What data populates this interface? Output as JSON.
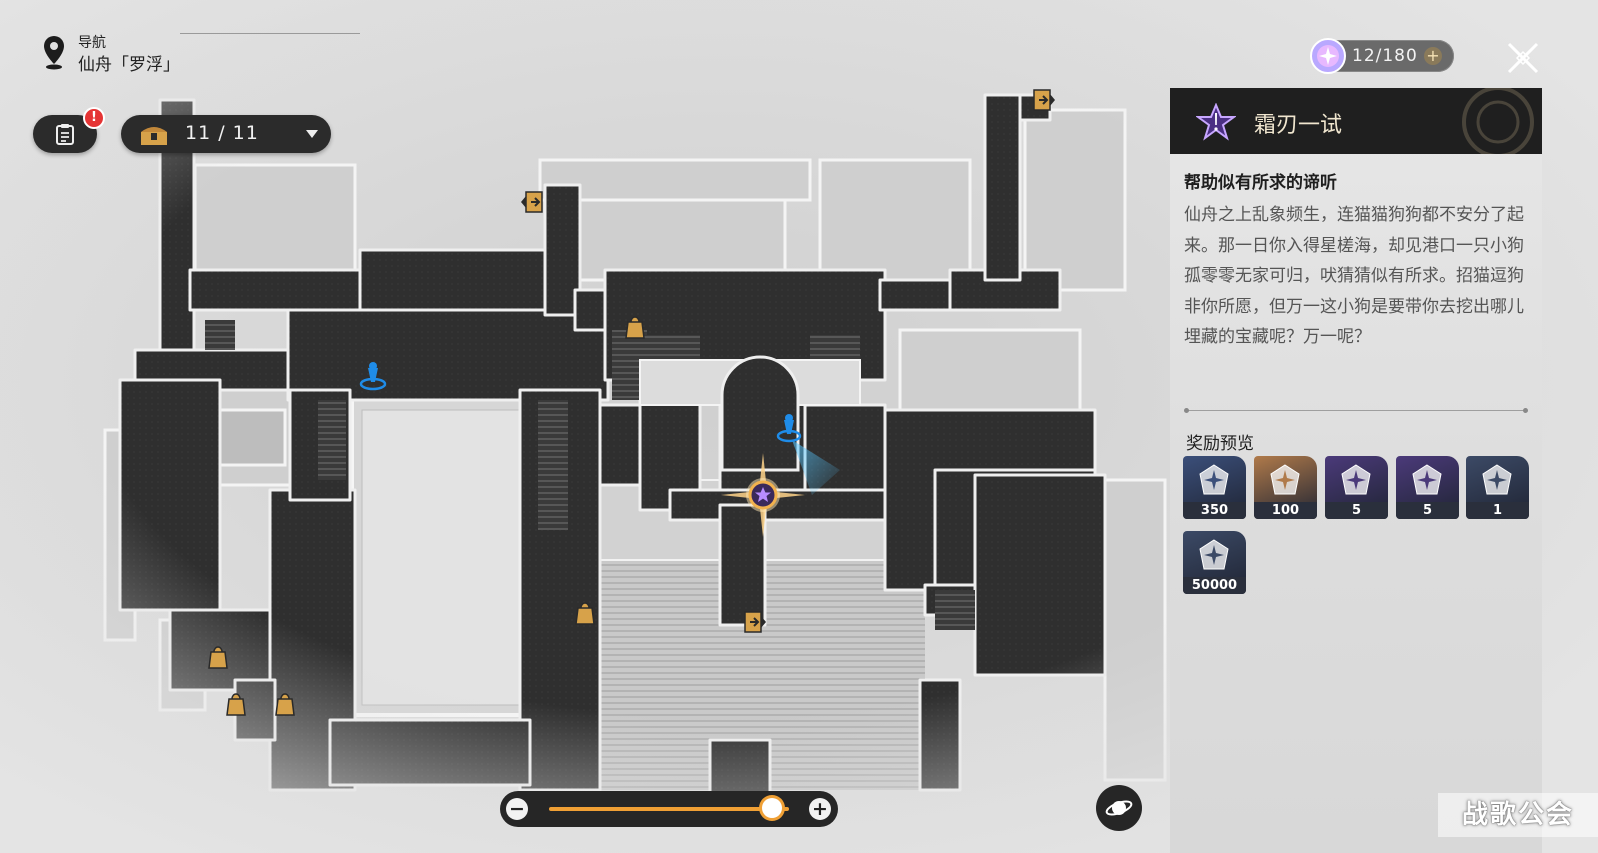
{
  "navigation": {
    "title": "导航",
    "region": "仙舟「罗浮」"
  },
  "mission_log": {
    "badge": "!"
  },
  "chest_counter": {
    "text": "11 / 11"
  },
  "trailblaze_power": {
    "text": "12/180",
    "plus": "+"
  },
  "quest": {
    "title": "霜刃一试",
    "subtitle": "帮助似有所求的谛听",
    "description": "仙舟之上乱象频生，连猫猫狗狗都不安分了起来。那一日你入得星槎海，却见港口一只小狗孤零零无家可归，吠猜猜似有所求。招猫逗狗非你所愿，但万一这小狗是要带你去挖出哪儿埋藏的宝藏呢？万一呢？",
    "rewards_title": "奖励预览",
    "rewards": [
      {
        "qty": "350",
        "icon": "trailblaze-exp-icon",
        "color": "#3b4f7a"
      },
      {
        "qty": "100",
        "icon": "stellar-jade-icon",
        "color": "#b07a4a"
      },
      {
        "qty": "5",
        "icon": "adventure-log-icon",
        "color": "#4b3a7a"
      },
      {
        "qty": "5",
        "icon": "refined-aether-icon",
        "color": "#4b3a7a"
      },
      {
        "qty": "1",
        "icon": "book-icon",
        "color": "#3c4a66"
      },
      {
        "qty": "50000",
        "icon": "credit-icon",
        "color": "#3c4a66"
      }
    ]
  },
  "zoom": {
    "minus": "−",
    "plus": "+",
    "level": 0.93
  },
  "watermark": "战歌公会",
  "colors": {
    "accent": "#f0a035",
    "panel_header": "#1f1f1f",
    "road": "#2e2e2e",
    "marker_gold": "#d7a24a"
  }
}
